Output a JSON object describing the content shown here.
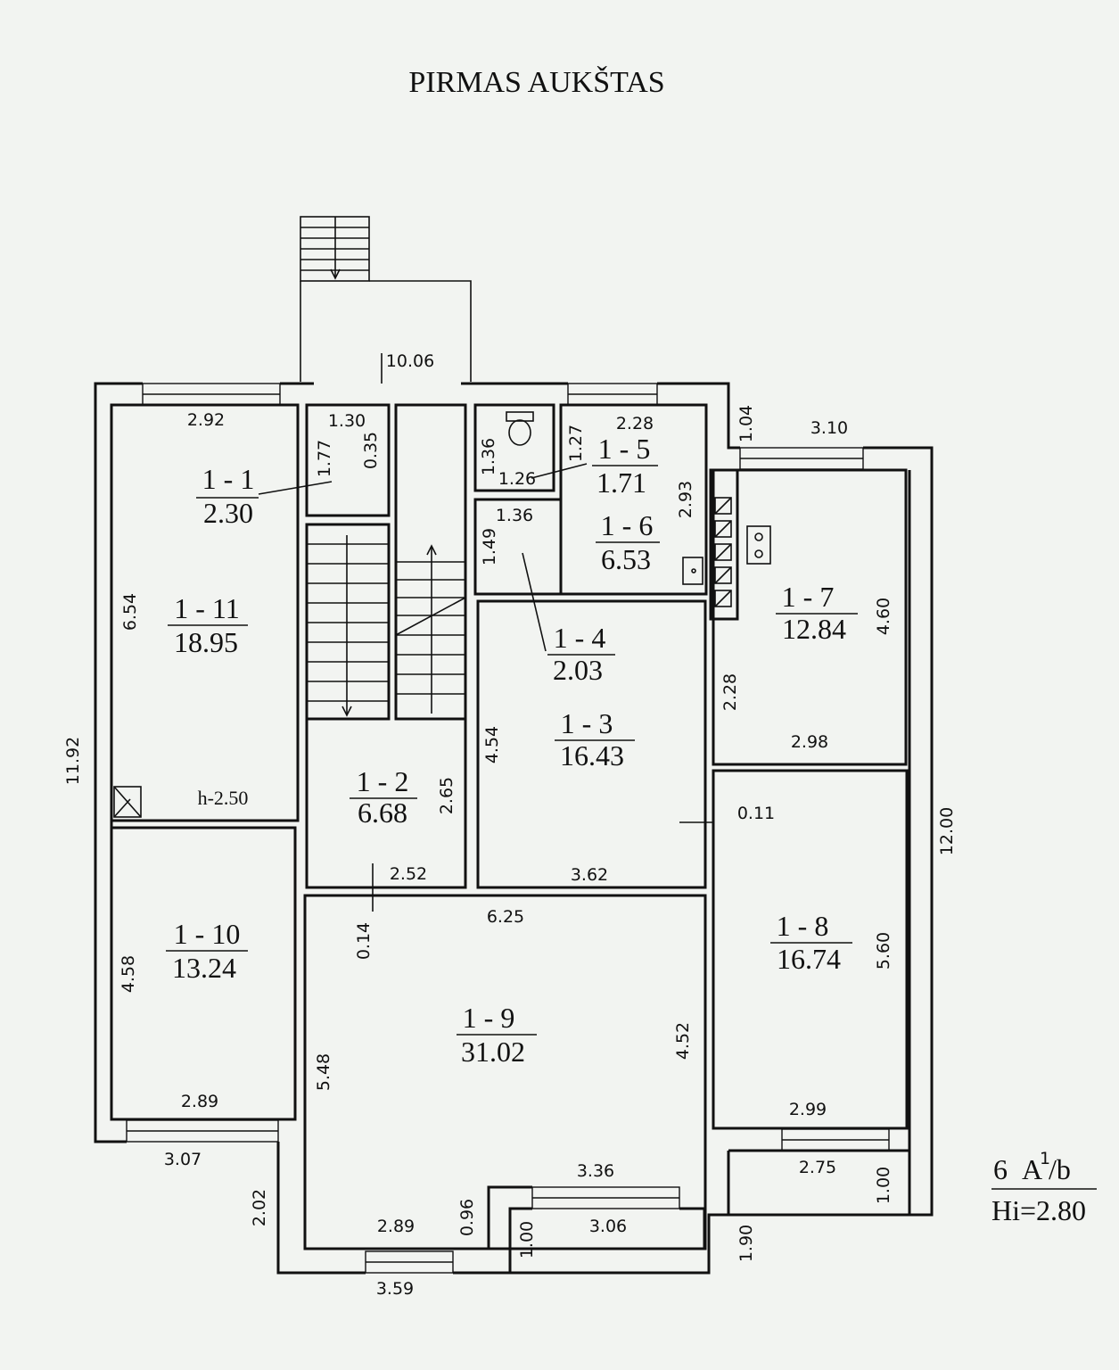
{
  "title": "PIRMAS AUKŠTAS",
  "overall": {
    "height_note_top": "6",
    "height_note_mid": "A",
    "height_note_sup": "1",
    "height_note_tail": "/b",
    "height_value": "Hi=2.80"
  },
  "rooms": [
    {
      "id": "1 - 1",
      "area": "2.30"
    },
    {
      "id": "1 - 2",
      "area": "6.68"
    },
    {
      "id": "1 - 3",
      "area": "16.43"
    },
    {
      "id": "1 - 4",
      "area": "2.03"
    },
    {
      "id": "1 - 5",
      "area": "1.71"
    },
    {
      "id": "1 - 6",
      "area": "6.53"
    },
    {
      "id": "1 - 7",
      "area": "12.84"
    },
    {
      "id": "1 - 8",
      "area": "16.74"
    },
    {
      "id": "1 - 9",
      "area": "31.02"
    },
    {
      "id": "1 - 10",
      "area": "13.24"
    },
    {
      "id": "1 - 11",
      "area": "18.95"
    }
  ],
  "dimensions": {
    "d_10_06": "10.06",
    "d_2_92": "2.92",
    "d_1_30": "1.30",
    "d_1_77": "1.77",
    "d_0_35": "0.35",
    "d_1_36a": "1.36",
    "d_1_26": "1.26",
    "d_1_27": "1.27",
    "d_2_28a": "2.28",
    "d_1_04": "1.04",
    "d_3_10": "3.10",
    "d_2_93": "2.93",
    "d_1_36b": "1.36",
    "d_1_49": "1.49",
    "d_6_54": "6.54",
    "d_4_60": "4.60",
    "d_2_28b": "2.28",
    "d_2_98": "2.98",
    "d_11_92": "11.92",
    "d_4_54": "4.54",
    "d_0_11": "0.11",
    "d_2_65": "2.65",
    "d_12_00": "12.00",
    "h_2_50": "h-2.50",
    "d_2_52": "2.52",
    "d_3_62": "3.62",
    "d_6_25": "6.25",
    "d_0_14": "0.14",
    "d_4_58": "4.58",
    "d_5_60": "5.60",
    "d_5_48": "5.48",
    "d_4_52": "4.52",
    "d_2_89a": "2.89",
    "d_2_99": "2.99",
    "d_3_07": "3.07",
    "d_2_75": "2.75",
    "d_1_00a": "1.00",
    "d_3_36": "3.36",
    "d_2_02": "2.02",
    "d_2_89b": "2.89",
    "d_0_96": "0.96",
    "d_1_00b": "1.00",
    "d_3_06": "3.06",
    "d_1_90": "1.90",
    "d_3_59": "3.59"
  }
}
